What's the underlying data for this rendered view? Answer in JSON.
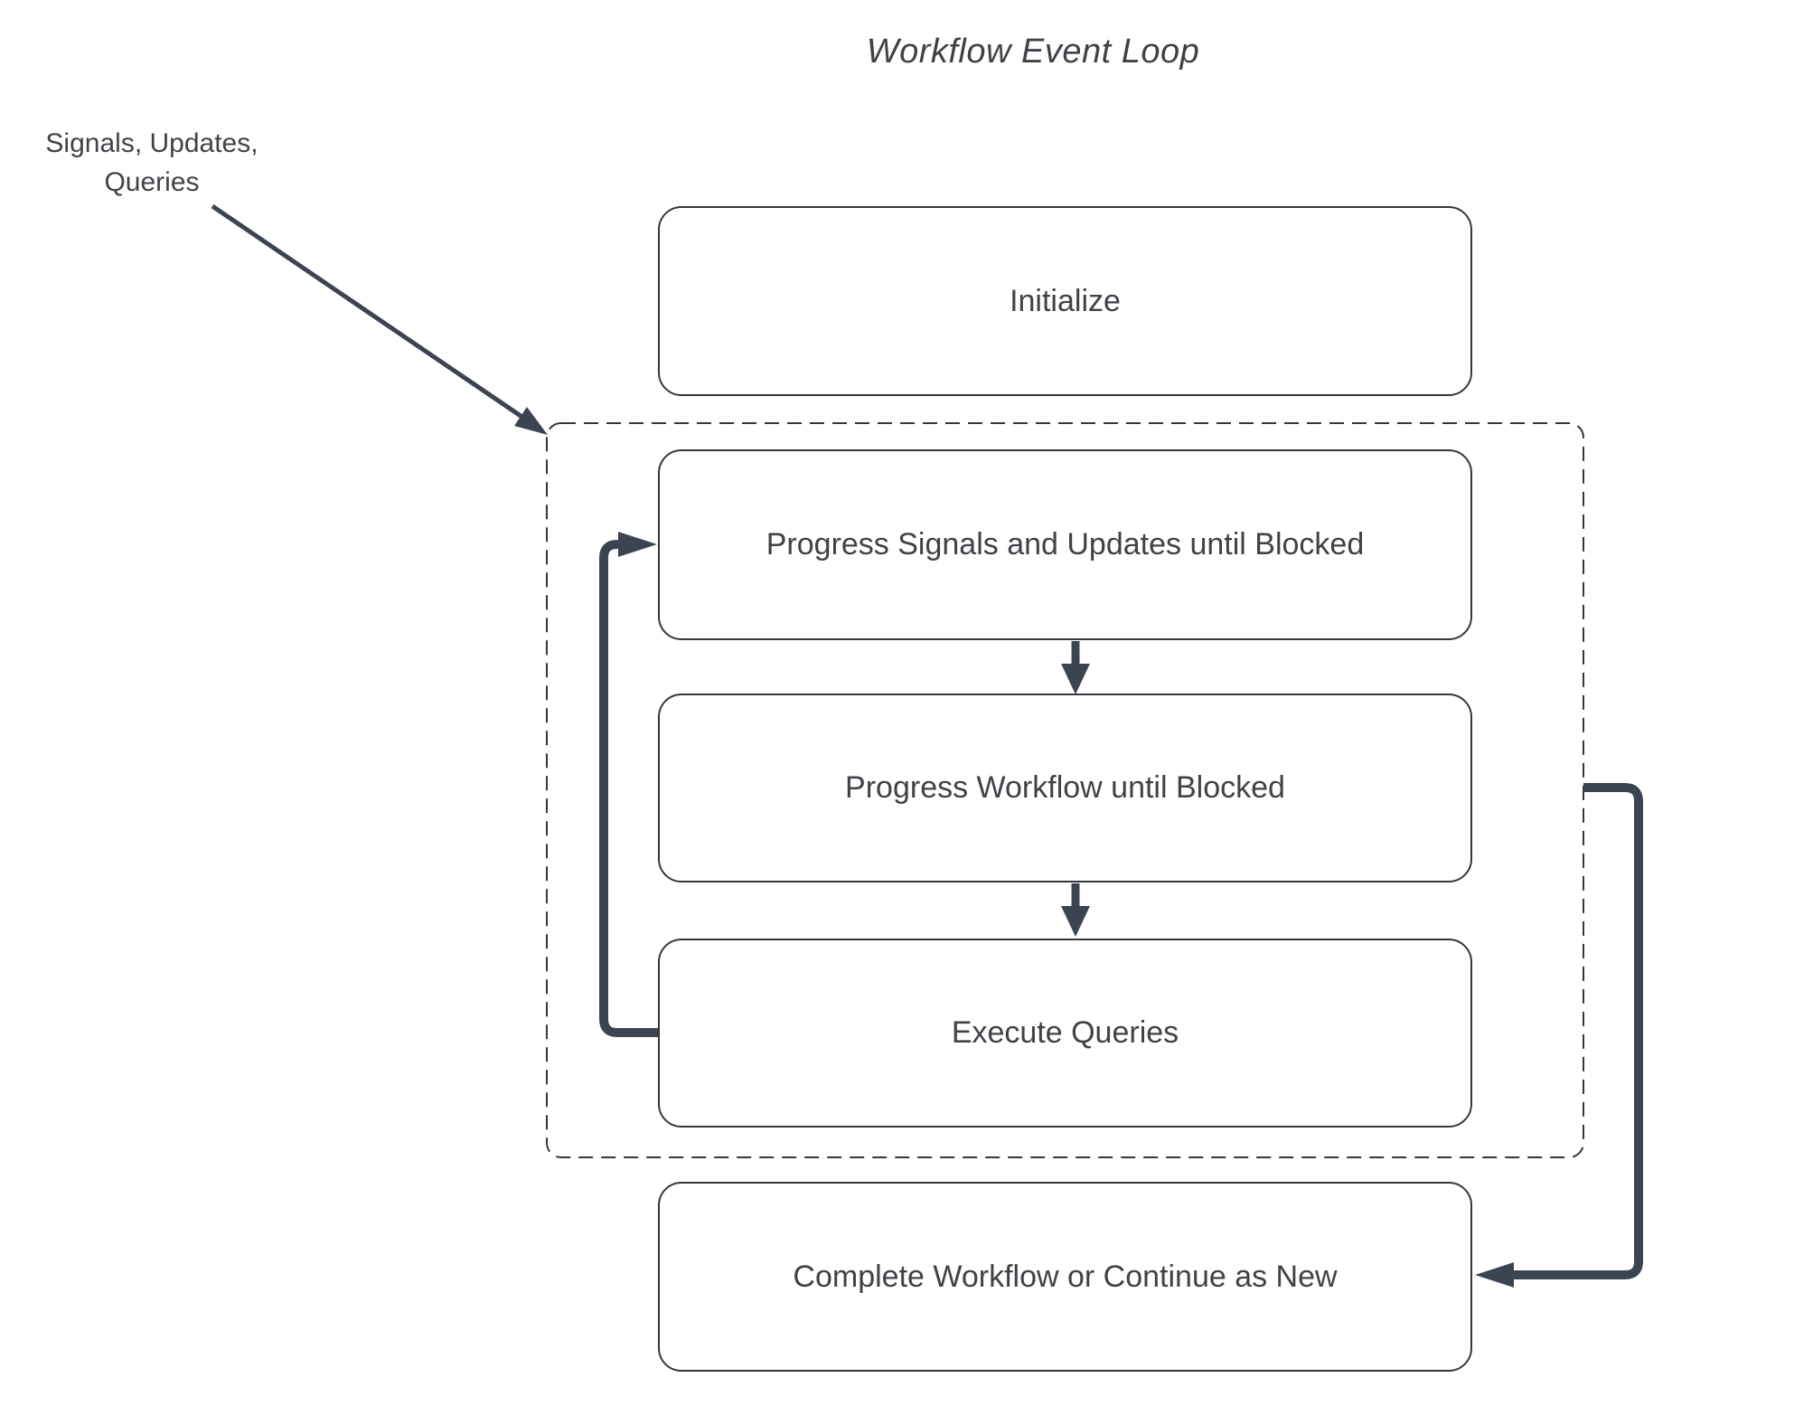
{
  "title": "Workflow Event Loop",
  "annotation": {
    "label": "Signals, Updates,\nQueries"
  },
  "nodes": {
    "initialize": {
      "label": "Initialize"
    },
    "progress_signals": {
      "label": "Progress Signals and Updates until Blocked"
    },
    "progress_workflow": {
      "label": "Progress Workflow until Blocked"
    },
    "execute_queries": {
      "label": "Execute Queries"
    },
    "complete": {
      "label": "Complete Workflow or Continue as New"
    }
  },
  "edges": [
    {
      "from": "signals-updates-queries-label",
      "to": "event-loop-dashed-container",
      "style": "thin-diagonal-arrow"
    },
    {
      "from": "progress_signals",
      "to": "progress_workflow",
      "style": "down-arrow"
    },
    {
      "from": "progress_workflow",
      "to": "execute_queries",
      "style": "down-arrow"
    },
    {
      "from": "execute_queries",
      "to": "progress_signals",
      "style": "thick-loop-arrow-left"
    },
    {
      "from": "event-loop-dashed-container",
      "to": "complete",
      "style": "thick-elbow-arrow-right"
    }
  ],
  "colors": {
    "arrow": "#3d4451",
    "dashed_border": "#34373d",
    "box_border": "#34373c",
    "text": "#3f4347",
    "background": "#ffffff"
  }
}
